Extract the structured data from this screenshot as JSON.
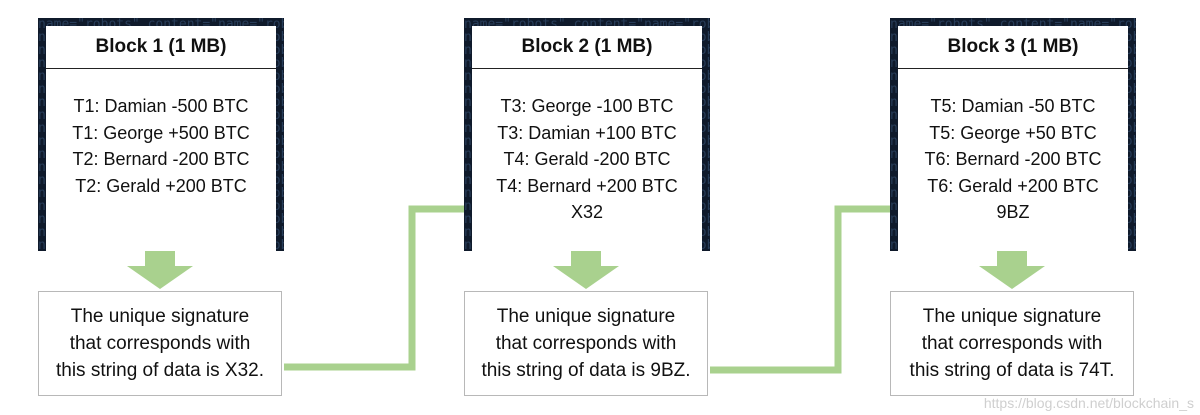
{
  "blocks": [
    {
      "title": "Block 1 (1 MB)",
      "transactions": [
        "T1: Damian -500 BTC",
        "T1: George +500 BTC",
        "T2: Bernard -200 BTC",
        "T2: Gerald +200 BTC"
      ],
      "previous_hash": ""
    },
    {
      "title": "Block 2 (1 MB)",
      "transactions": [
        "T3: George -100 BTC",
        "T3: Damian +100 BTC",
        "T4: Gerald -200 BTC",
        "T4: Bernard +200 BTC"
      ],
      "previous_hash": "X32"
    },
    {
      "title": "Block 3 (1 MB)",
      "transactions": [
        "T5: Damian -50 BTC",
        "T5: George +50 BTC",
        "T6: Bernard -200 BTC",
        "T6: Gerald +200 BTC"
      ],
      "previous_hash": "9BZ"
    }
  ],
  "signatures": [
    {
      "lines": [
        "The unique signature",
        "that corresponds with",
        "this string of data is X32."
      ]
    },
    {
      "lines": [
        "The unique signature",
        "that corresponds with",
        "this string of data is 9BZ."
      ]
    },
    {
      "lines": [
        "The unique signature",
        "that corresponds with",
        "this string of data is 74T."
      ]
    }
  ],
  "code_background": "name=\"robots\" content=\"",
  "watermark": "https://blog.csdn.net/blockchain_s",
  "colors": {
    "arrow": "#a9d18e",
    "block_frame": "#0f1a2b",
    "box_border": "#b8b8b8"
  }
}
